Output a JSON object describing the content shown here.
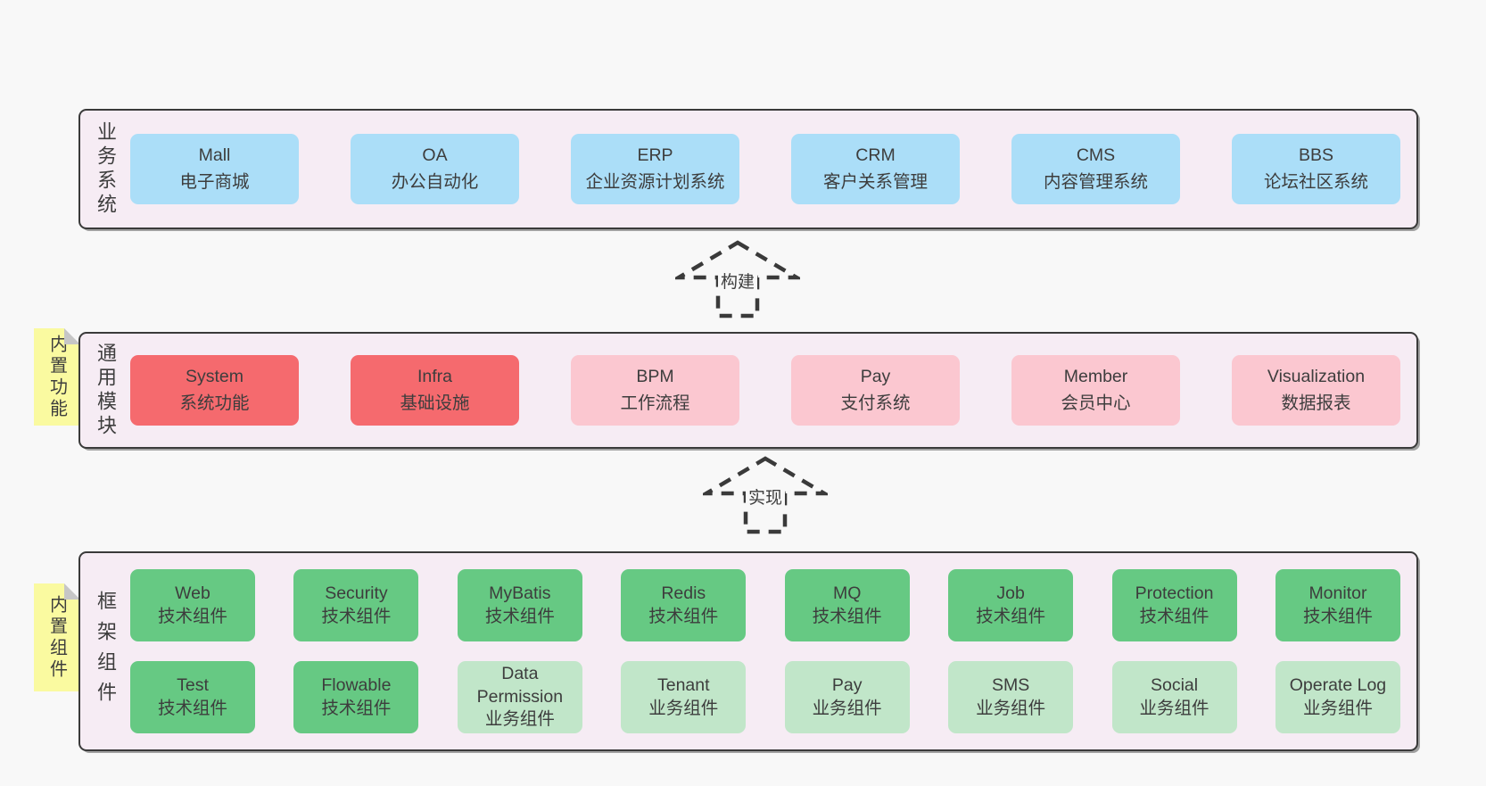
{
  "diagram": {
    "arrows": [
      {
        "label": "构建"
      },
      {
        "label": "实现"
      }
    ],
    "layers": [
      {
        "label": "业务系统",
        "boxes": [
          {
            "title": "Mall",
            "subtitle": "电子商城"
          },
          {
            "title": "OA",
            "subtitle": "办公自动化"
          },
          {
            "title": "ERP",
            "subtitle": "企业资源计划系统"
          },
          {
            "title": "CRM",
            "subtitle": "客户关系管理"
          },
          {
            "title": "CMS",
            "subtitle": "内容管理系统"
          },
          {
            "title": "BBS",
            "subtitle": "论坛社区系统"
          }
        ]
      },
      {
        "label": "通用模块",
        "note": "内置功能",
        "boxes": [
          {
            "title": "System",
            "subtitle": "系统功能"
          },
          {
            "title": "Infra",
            "subtitle": "基础设施"
          },
          {
            "title": "BPM",
            "subtitle": "工作流程"
          },
          {
            "title": "Pay",
            "subtitle": "支付系统"
          },
          {
            "title": "Member",
            "subtitle": "会员中心"
          },
          {
            "title": "Visualization",
            "subtitle": "数据报表"
          }
        ]
      },
      {
        "label": "框架组件",
        "note": "内置组件",
        "rows": [
          [
            {
              "title": "Web",
              "subtitle": "技术组件"
            },
            {
              "title": "Security",
              "subtitle": "技术组件"
            },
            {
              "title": "MyBatis",
              "subtitle": "技术组件"
            },
            {
              "title": "Redis",
              "subtitle": "技术组件"
            },
            {
              "title": "MQ",
              "subtitle": "技术组件"
            },
            {
              "title": "Job",
              "subtitle": "技术组件"
            },
            {
              "title": "Protection",
              "subtitle": "技术组件"
            },
            {
              "title": "Monitor",
              "subtitle": "技术组件"
            }
          ],
          [
            {
              "title": "Test",
              "subtitle": "技术组件"
            },
            {
              "title": "Flowable",
              "subtitle": "技术组件"
            },
            {
              "title": "Data Permission",
              "subtitle": "业务组件"
            },
            {
              "title": "Tenant",
              "subtitle": "业务组件"
            },
            {
              "title": "Pay",
              "subtitle": "业务组件"
            },
            {
              "title": "SMS",
              "subtitle": "业务组件"
            },
            {
              "title": "Social",
              "subtitle": "业务组件"
            },
            {
              "title": "Operate Log",
              "subtitle": "业务组件"
            }
          ]
        ]
      }
    ],
    "colors": {
      "page_bg": "#f8f8f8",
      "layer_bg": "#f6ecf4",
      "border": "#3a3a3a",
      "blue": "#abdef8",
      "red": "#f56a6e",
      "pink": "#fbc7d0",
      "green": "#66c983",
      "light_green": "#c1e6c9",
      "note_yellow": "#fafaa0",
      "fold_gray": "#c6c6c6"
    }
  }
}
